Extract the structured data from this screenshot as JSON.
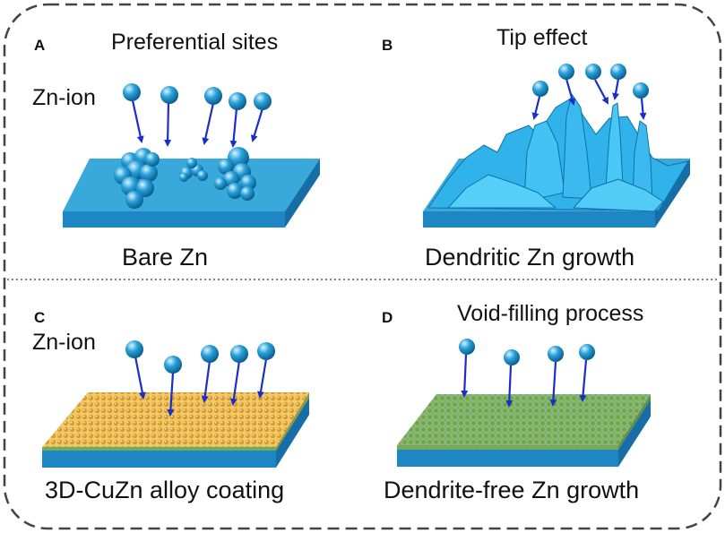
{
  "panels": {
    "a": {
      "letter": "A",
      "title": "Preferential sites",
      "ion_label": "Zn-ion",
      "caption": "Bare Zn"
    },
    "b": {
      "letter": "B",
      "title": "Tip effect",
      "caption": "Dendritic Zn growth"
    },
    "c": {
      "letter": "C",
      "ion_label": "Zn-ion",
      "caption": "3D-CuZn alloy coating"
    },
    "d": {
      "letter": "D",
      "title": "Void-filling process",
      "caption": "Dendrite-free Zn growth"
    }
  },
  "colors": {
    "zn_top": "#39a9dc",
    "zn_front": "#1f86c4",
    "zn_side": "#176ea6",
    "ion": "#2aa2db",
    "arrow": "#1a2fc8",
    "alloy_gold": "#e8b24a",
    "alloy_green": "#93b86a",
    "dendrite": "#37bdf0",
    "border": "#444444"
  }
}
